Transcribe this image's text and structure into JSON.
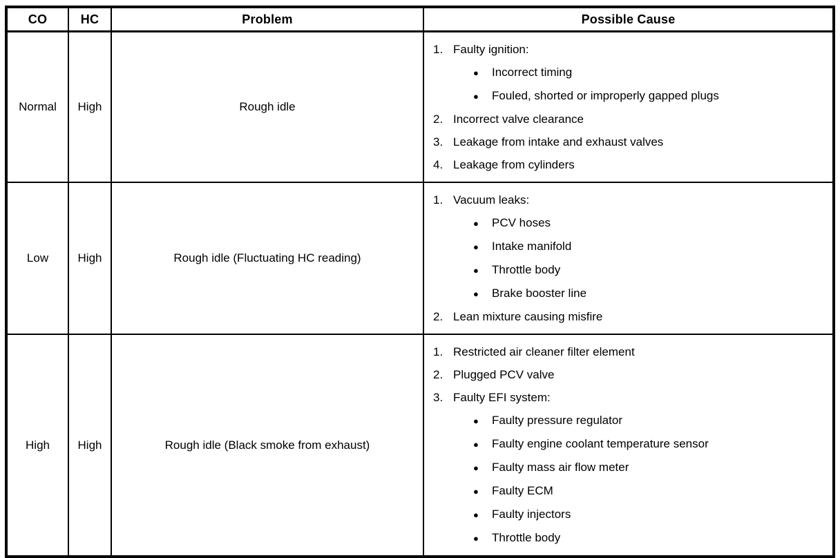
{
  "table": {
    "headers": [
      {
        "label": "CO"
      },
      {
        "label": "HC"
      },
      {
        "label": "Problem"
      },
      {
        "label": "Possible Cause"
      }
    ],
    "rows": [
      {
        "co": "Normal",
        "hc": "High",
        "problem": "Rough idle",
        "causes": [
          {
            "kind": "num",
            "marker": "1.",
            "text": "Faulty ignition:"
          },
          {
            "kind": "bullet",
            "marker": "●",
            "text": "Incorrect timing"
          },
          {
            "kind": "bullet",
            "marker": "●",
            "text": "Fouled, shorted or improperly gapped plugs"
          },
          {
            "kind": "num",
            "marker": "2.",
            "text": "Incorrect valve clearance"
          },
          {
            "kind": "num",
            "marker": "3.",
            "text": "Leakage from intake and exhaust valves"
          },
          {
            "kind": "num",
            "marker": "4.",
            "text": "Leakage from cylinders"
          }
        ]
      },
      {
        "co": "Low",
        "hc": "High",
        "problem": "Rough idle (Fluctuating HC reading)",
        "causes": [
          {
            "kind": "num",
            "marker": "1.",
            "text": "Vacuum leaks:"
          },
          {
            "kind": "bullet",
            "marker": "●",
            "text": "PCV hoses"
          },
          {
            "kind": "bullet",
            "marker": "●",
            "text": "Intake manifold"
          },
          {
            "kind": "bullet",
            "marker": "●",
            "text": "Throttle body"
          },
          {
            "kind": "bullet",
            "marker": "●",
            "text": "Brake booster line"
          },
          {
            "kind": "num",
            "marker": "2.",
            "text": "Lean mixture causing misfire"
          }
        ]
      },
      {
        "co": "High",
        "hc": "High",
        "problem": "Rough idle (Black smoke from exhaust)",
        "causes": [
          {
            "kind": "num",
            "marker": "1.",
            "text": "Restricted air cleaner filter element"
          },
          {
            "kind": "num",
            "marker": "2.",
            "text": "Plugged PCV valve"
          },
          {
            "kind": "num",
            "marker": "3.",
            "text": "Faulty EFI system:"
          },
          {
            "kind": "bullet",
            "marker": "●",
            "text": "Faulty pressure regulator"
          },
          {
            "kind": "bullet",
            "marker": "●",
            "text": "Faulty engine coolant temperature sensor"
          },
          {
            "kind": "bullet",
            "marker": "●",
            "text": "Faulty mass air flow meter"
          },
          {
            "kind": "bullet",
            "marker": "●",
            "text": "Faulty ECM"
          },
          {
            "kind": "bullet",
            "marker": "●",
            "text": "Faulty injectors"
          },
          {
            "kind": "bullet",
            "marker": "●",
            "text": "Throttle body"
          }
        ]
      }
    ]
  }
}
